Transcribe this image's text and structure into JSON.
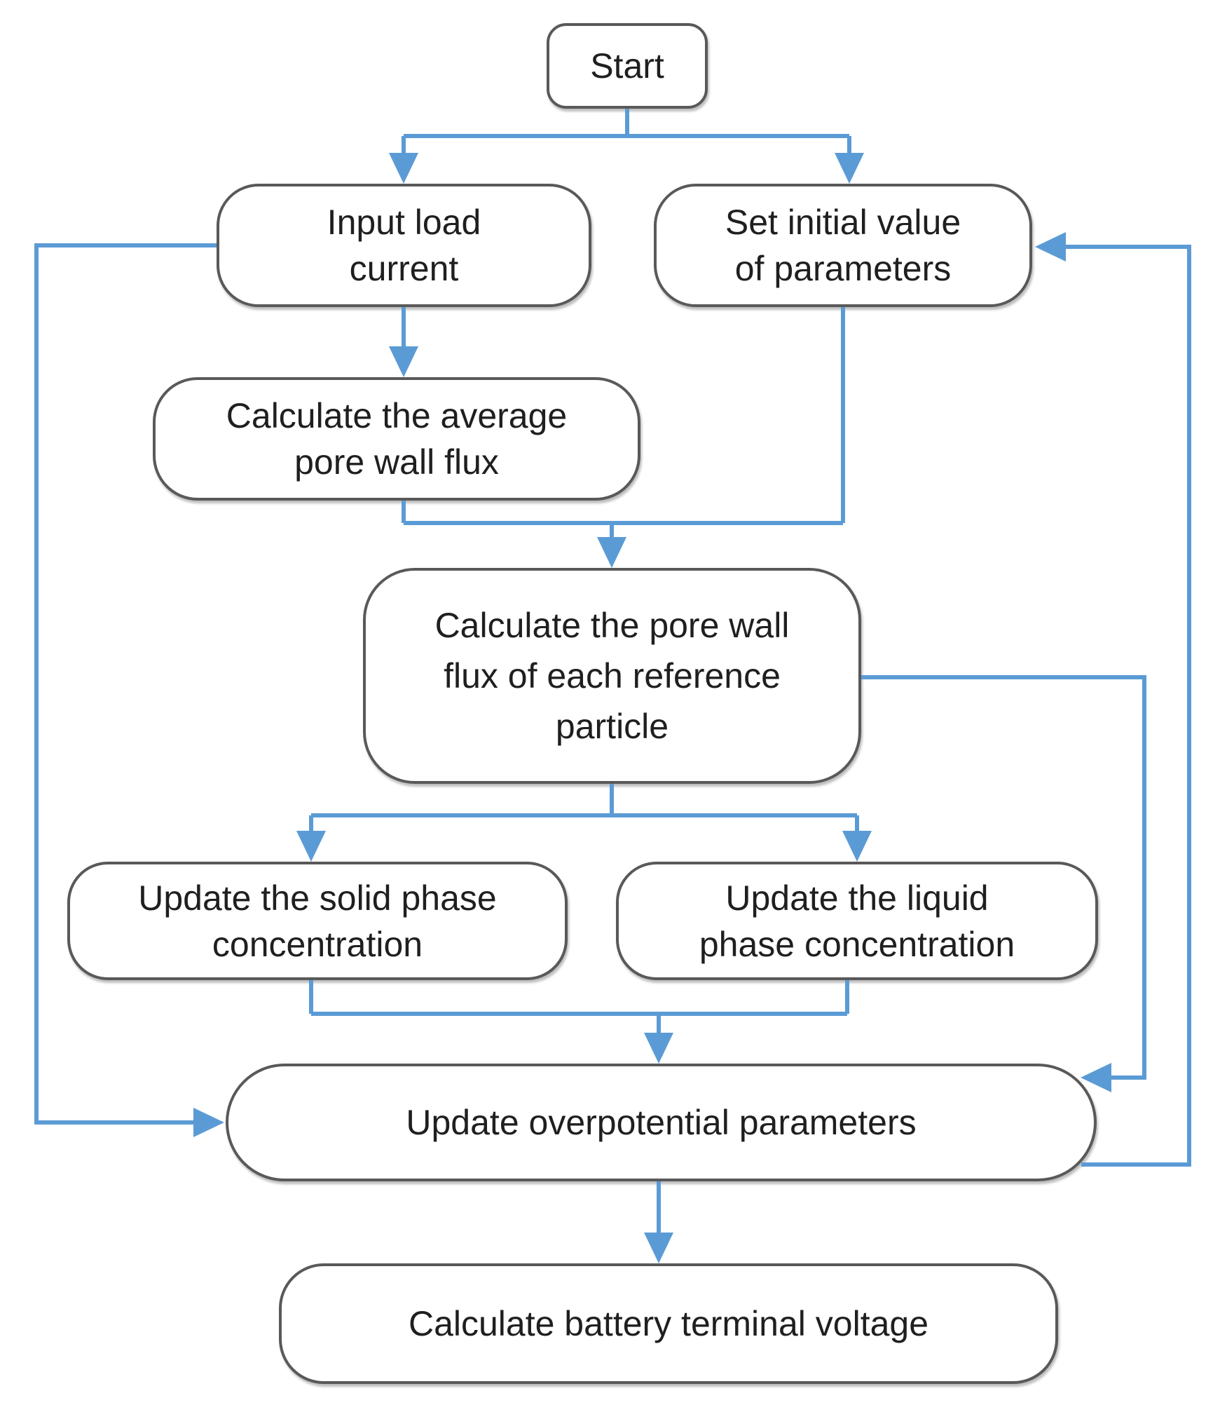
{
  "diagram": {
    "type": "flowchart",
    "colors": {
      "connector_blue": "#5B9BD5",
      "node_border_gray": "#595959",
      "node_fill": "#ffffff",
      "text": "#1f1f1f",
      "background": "#ffffff"
    },
    "nodes": {
      "start": {
        "label": "Start"
      },
      "input": {
        "label": "Input load\ncurrent"
      },
      "setinit": {
        "label": "Set initial value\nof parameters"
      },
      "avg": {
        "label": "Calculate the average\npore wall flux"
      },
      "big": {
        "label": "Calculate the pore wall\nflux of each reference\nparticle"
      },
      "solid": {
        "label": "Update the solid phase\nconcentration"
      },
      "liquid": {
        "label": "Update  the liquid\nphase concentration"
      },
      "overp": {
        "label": "Update overpotential parameters"
      },
      "battery": {
        "label": "Calculate battery terminal voltage"
      }
    },
    "edges": [
      {
        "from": "Start",
        "to": "Input load current"
      },
      {
        "from": "Start",
        "to": "Set initial value of parameters"
      },
      {
        "from": "Input load current",
        "to": "Calculate the average pore wall flux"
      },
      {
        "from": "Calculate the average pore wall flux",
        "to": "Calculate the pore wall flux of each reference particle"
      },
      {
        "from": "Set initial value of parameters",
        "to": "Calculate the pore wall flux of each reference particle"
      },
      {
        "from": "Calculate the pore wall flux of each reference particle",
        "to": "Update the solid phase concentration"
      },
      {
        "from": "Calculate the pore wall flux of each reference particle",
        "to": "Update the liquid phase concentration"
      },
      {
        "from": "Update the solid phase concentration",
        "to": "Update overpotential parameters"
      },
      {
        "from": "Update the liquid phase concentration",
        "to": "Update overpotential parameters"
      },
      {
        "from": "Input load current",
        "to": "Update overpotential parameters"
      },
      {
        "from": "Calculate the pore wall flux of each reference particle",
        "to": "Update overpotential parameters"
      },
      {
        "from": "Update overpotential parameters",
        "to": "Set initial value of parameters"
      },
      {
        "from": "Update overpotential parameters",
        "to": "Calculate battery terminal voltage"
      }
    ]
  }
}
